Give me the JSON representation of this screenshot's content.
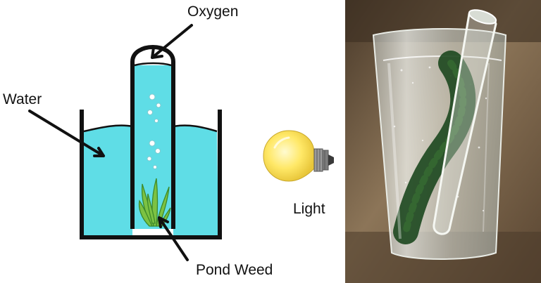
{
  "labels": {
    "oxygen": "Oxygen",
    "water": "Water",
    "light": "Light",
    "pond_weed": "Pond Weed"
  },
  "colors": {
    "water": "#5fdde6",
    "outline": "#111111",
    "weed": "#7cc243",
    "weed_dark": "#3e8a2a",
    "bulb_glass": "#ffe867",
    "bulb_cap": "#8a8a8a",
    "photo_bg": "#6b5840",
    "algae": "#1f4a22"
  },
  "icons": {
    "light_bulb": "light-bulb-icon",
    "bubble": "bubble-icon"
  }
}
